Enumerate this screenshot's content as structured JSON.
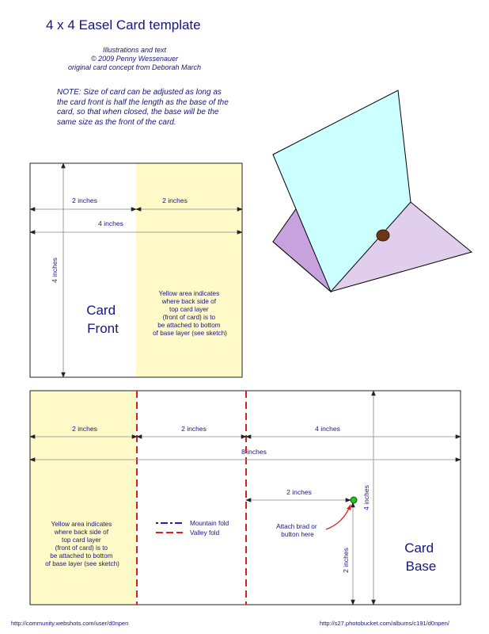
{
  "header": {
    "title": "4 x 4 Easel Card template",
    "credit_1": "Illustrations and text",
    "credit_2": "© 2009 Penny Wessenauer",
    "credit_3": "original card concept from Deborah March"
  },
  "note": "NOTE: Size of card can be adjusted as long as the card front is half the length as the base of the card, so that when closed, the base will be the same size as the front of the card.",
  "card_front": {
    "dim_left_width": "2 inches",
    "dim_right_width": "2 inches",
    "dim_total_width": "4 inches",
    "dim_height": "4 inches",
    "label_line_1": "Card",
    "label_line_2": "Front",
    "yellow_text": [
      "Yellow area indicates",
      "where back side of",
      "top card layer",
      "(front of card) is to",
      "be attached to bottom",
      "of base layer (see sketch)"
    ]
  },
  "card_base": {
    "dim_yellow_width": "2 inches",
    "dim_middle_width": "2 inches",
    "dim_right_width": "4 inches",
    "dim_total_width": "8 inches",
    "dim_brad_horizontal": "2 inches",
    "dim_brad_vertical": "2 inches",
    "dim_height": "4 inches",
    "label_line_1": "Card",
    "label_line_2": "Base",
    "yellow_text": [
      "Yellow area indicates",
      "where back side of",
      "top card layer",
      "(front of card) is to",
      "be attached to bottom",
      "of base layer (see sketch)"
    ],
    "legend_mountain": "Mountain fold",
    "legend_valley": "Valley fold",
    "brad_line_1": "Attach brad or",
    "brad_line_2": "button here"
  },
  "footer": {
    "left_url": "http://community.webshots.com/user/d0npen",
    "right_url": "http://s27.photobucket.com/albums/c191/d0npen/"
  },
  "colors": {
    "yellow_area": "#fffac8",
    "card_face": "#ccffff",
    "base_face": "#e1cdec",
    "side_face": "#c7a2dc",
    "text": "#16167a",
    "mountain_fold": "#1c1cd8",
    "valley_fold": "#e01b1b",
    "brad_marker": "#22c322",
    "brad_arrow": "#e01b1b"
  }
}
